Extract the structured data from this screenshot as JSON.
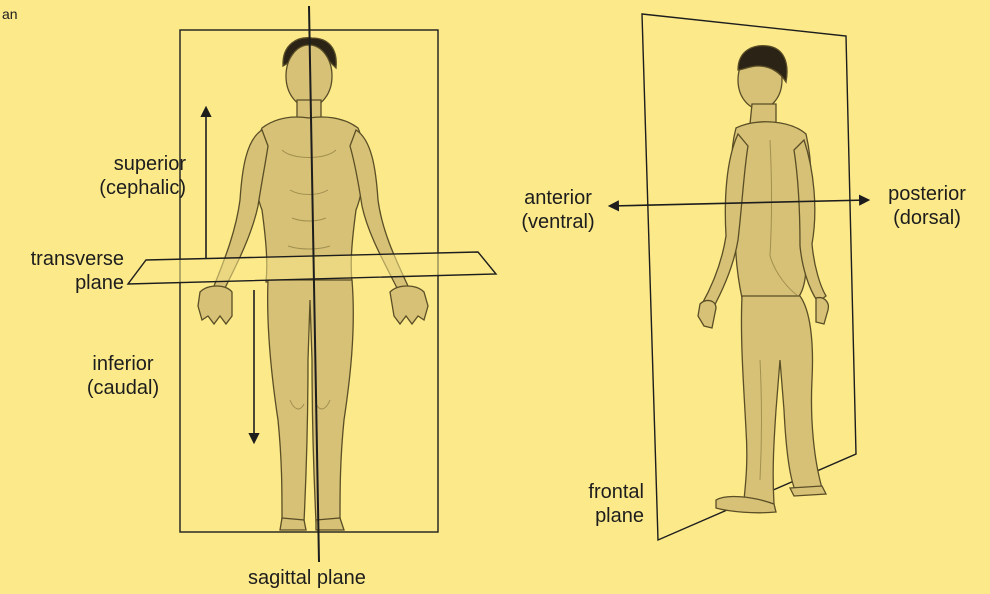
{
  "corner_fragment": "an",
  "labels": {
    "superior": {
      "line1": "superior",
      "line2": "(cephalic)"
    },
    "transverse": {
      "line1": "transverse",
      "line2": "plane"
    },
    "inferior": {
      "line1": "inferior",
      "line2": "(caudal)"
    },
    "sagittal": "sagittal plane",
    "anterior": {
      "line1": "anterior",
      "line2": "(ventral)"
    },
    "posterior": {
      "line1": "posterior",
      "line2": "(dorsal)"
    },
    "frontal": {
      "line1": "frontal",
      "line2": "plane"
    }
  },
  "colors": {
    "background": "#fbe98a",
    "ink": "#1d1d1d",
    "skin": "#d7c176",
    "skin_shade": "#a89550",
    "hair": "#2b2416"
  }
}
